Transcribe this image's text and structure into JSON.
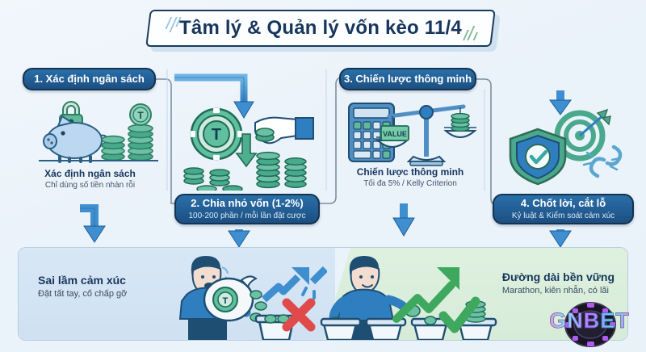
{
  "header": {
    "title": "Tâm lý & Quản lý vốn kèo 11/4"
  },
  "steps": [
    {
      "pill_title": "1. Xác định ngân sách",
      "pill_sub": "",
      "caption_title": "Xác định ngân sách",
      "caption_sub": "Chỉ dùng số tiền nhàn rỗi",
      "icon": "piggy-bank-lock-coins-icon"
    },
    {
      "pill_title": "2. Chia nhỏ vốn (1-2%)",
      "pill_sub": "100-200 phần / mỗi lần đặt cược",
      "caption_title": "",
      "caption_sub": "",
      "icon": "coin-split-hand-stacks-icon"
    },
    {
      "pill_title": "3. Chiến lược thông minh",
      "pill_sub": "",
      "caption_title": "Chiến lược thông minh",
      "caption_sub": "Tối đa 5% / Kelly Criterion",
      "icon": "calculator-scale-value-icon"
    },
    {
      "pill_title": "4. Chốt lời, cắt lỗ",
      "pill_sub": "Kỷ luật & Kiểm soát cảm xúc",
      "caption_title": "",
      "caption_sub": "",
      "icon": "shield-target-broken-chain-icon"
    }
  ],
  "comparison": {
    "bad": {
      "title": "Sai lầm cảm xúc",
      "sub": "Đặt tất tay, cố chấp gỡ",
      "mark": "red-cross-icon",
      "illustration": "stressed-man-dumping-money-bag-icon"
    },
    "good": {
      "title": "Đường dài bền vững",
      "sub": "Marathon, kiên nhẫn, có lãi",
      "mark": "green-check-icon",
      "illustration": "calm-man-splitting-coins-buckets-icon"
    }
  },
  "coin_symbol": "T",
  "scale_tag_label": "VALUE",
  "logo": {
    "text": "GNBET"
  },
  "colors": {
    "pill_blue": "#1c4f82",
    "title_navy": "#16365c",
    "teal": "#3a9e85",
    "green": "#46a05a",
    "red": "#e04a4a",
    "arrow_blue": "#3f8fd0",
    "bg": "#eef4fa"
  }
}
